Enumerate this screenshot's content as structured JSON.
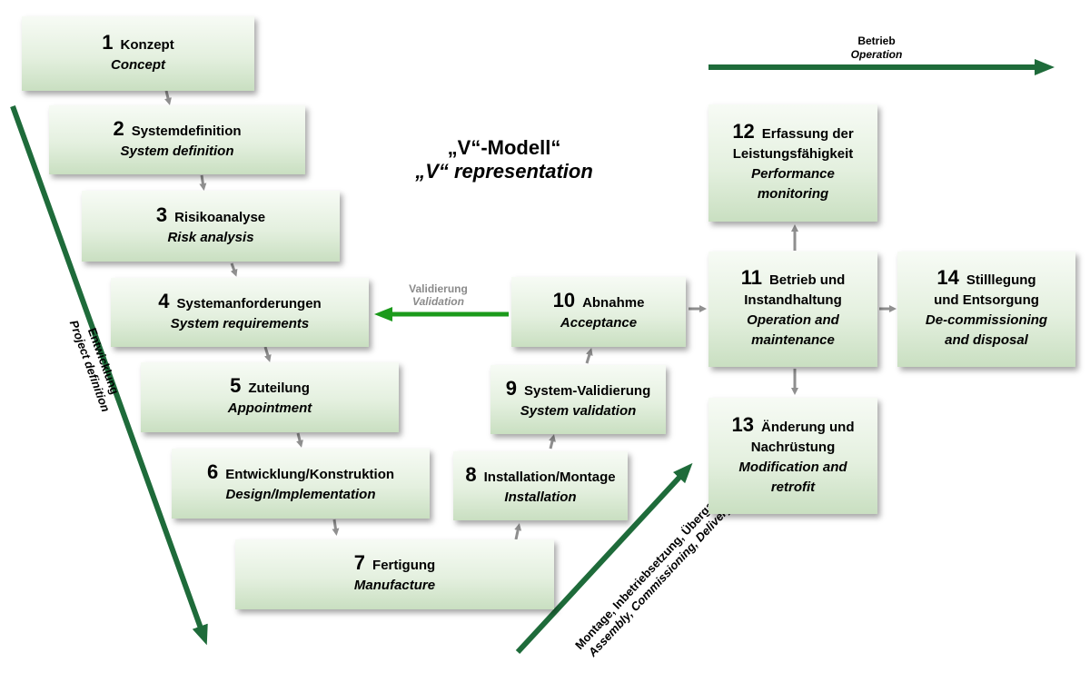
{
  "diagram": {
    "title": "„V“-Modell“",
    "subtitle": "„V“ representation",
    "operation": {
      "de": "Betrieb",
      "en": "Operation"
    },
    "validation": {
      "de": "Validierung",
      "en": "Validation"
    },
    "development": {
      "de": "Entwicklung",
      "en": "Project definition"
    },
    "assembly": {
      "de": "Montage, Inbetriebsetzung, Übergabe",
      "en": "Assembly, Commissioning, Delivery"
    },
    "colors": {
      "arrow_green": "#1e6b3a",
      "validation_green": "#1b9a1b",
      "connector_gray": "#8f8f8f",
      "box_top": "#f7fbf5",
      "box_bottom": "#c9dfc1"
    },
    "nodes": [
      {
        "num": "1",
        "de": "Konzept",
        "en": "Concept"
      },
      {
        "num": "2",
        "de": "Systemdefinition",
        "en": "System definition"
      },
      {
        "num": "3",
        "de": "Risikoanalyse",
        "en": "Risk analysis"
      },
      {
        "num": "4",
        "de": "Systemanforderungen",
        "en": "System requirements"
      },
      {
        "num": "5",
        "de": "Zuteilung",
        "en": "Appointment"
      },
      {
        "num": "6",
        "de": "Entwicklung/Konstruktion",
        "en": "Design/Implementation"
      },
      {
        "num": "7",
        "de": "Fertigung",
        "en": "Manufacture"
      },
      {
        "num": "8",
        "de": "Installation/Montage",
        "en": "Installation"
      },
      {
        "num": "9",
        "de": "System-Validierung",
        "en": "System validation"
      },
      {
        "num": "10",
        "de": "Abnahme",
        "en": "Acceptance"
      },
      {
        "num": "11",
        "de": "Betrieb und",
        "de2": "Instandhaltung",
        "en": "Operation and",
        "en2": "maintenance"
      },
      {
        "num": "12",
        "de": "Erfassung der",
        "de2": "Leistungsfähigkeit",
        "en": "Performance",
        "en2": "monitoring"
      },
      {
        "num": "13",
        "de": "Änderung und",
        "de2": "Nachrüstung",
        "en": "Modification and",
        "en2": "retrofit"
      },
      {
        "num": "14",
        "de": "Stilllegung",
        "de2": "und Entsorgung",
        "en": "De-commissioning",
        "en2": "and disposal"
      }
    ]
  }
}
